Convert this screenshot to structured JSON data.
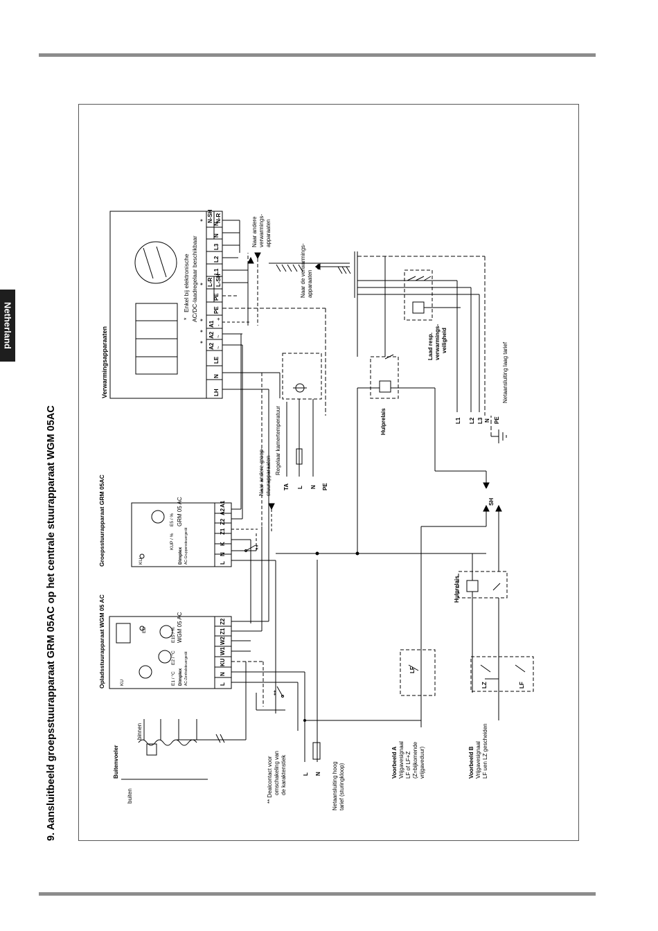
{
  "page": {
    "side_tab": "Netherland",
    "title": "9. Aansluitbeeld groepsstuurapparaat GRM 05AC op het centrale stuurapparaat WGM 05AC"
  },
  "diagram": {
    "verwarming": {
      "title": "Verwarmingsapparaaten",
      "terminals": [
        "LH",
        "N",
        "LE",
        "A2",
        "A2",
        "A1",
        "PE",
        "PE",
        "L-R",
        "L-SH",
        "L1",
        "L2",
        "L3",
        "N",
        "N",
        "N-SH",
        "N-R"
      ],
      "pol_labels": [
        "~",
        "~",
        "-",
        "+"
      ],
      "note_star": "*",
      "note_line1": "Enkel bij elektronische",
      "note_line2": "AC/DC-laadregelaar beschikbaar",
      "naar_andere_1": "Naar andere",
      "naar_andere_2": "verwarmings-",
      "naar_andere_3": "apparaaten",
      "naar_de_1": "Naar de verwarmings-",
      "naar_de_2": "apparaaten"
    },
    "groep": {
      "title": "Groepsstuurapparaat GRM 05AC",
      "terminals": [
        "L",
        "N",
        "K",
        "Z1",
        "Z2",
        "A2",
        "A1"
      ],
      "label_ku": "KU",
      "label_kup": "KUP / %",
      "label_e5": "E5 / %",
      "brand": "Dimplex",
      "subtitle": "AC-Gruppensteuergerät",
      "model": "GRM 05 AC",
      "naar_andere_groep_1": "Naar andere groep-",
      "naar_andere_groep_2": "stuurapparaaten"
    },
    "oplaad": {
      "title": "Opladsstuurapparaat WGM 05 AC",
      "terminals": [
        "L",
        "N",
        "KU",
        "W1",
        "W2",
        "Z1",
        "Z2"
      ],
      "label_ku": "KU",
      "label_e1": "E1 / °C",
      "label_e2": "E2 / °C",
      "label_e15": "E15 / %",
      "label_ed": "ED",
      "brand": "Dimplex",
      "subtitle": "AC-Zentralsteuergerät",
      "model": "WGM 05 AC"
    },
    "regelaar": {
      "label_ta": "TA",
      "label": "Regelaar kamertemperatuur",
      "wires": [
        "L",
        "N",
        "PE"
      ]
    },
    "buitenvoeler": {
      "title": "Buitenvoeler",
      "buiten": "buiten",
      "binnen": "binnen"
    },
    "dealcontact": {
      "marker": "**",
      "line1": "** Dealcontact voor",
      "line2": "omschakeling van",
      "line3": "de karaktenstiek"
    },
    "netaansluiting_hoog": {
      "wires": [
        "L",
        "N"
      ],
      "line1": "Netaansluiting hoog",
      "line2": "tarief (sturingkloop)"
    },
    "hulprelais": {
      "label": "Hulprelais",
      "label2": "Hulprelais",
      "sh": "SH"
    },
    "laad": {
      "line1": "Laad resp.",
      "line2": "verwarmings-",
      "line3": "veiligheid"
    },
    "net_laag": {
      "wires": [
        "L1",
        "L2",
        "L3",
        "N",
        "PE"
      ],
      "label": "Netaansluiting laag tarief"
    },
    "voorbeeld_a": {
      "title": "Voorbeeld A",
      "line1": "Vrijgavesignaal",
      "line2": "LF of LF+Z",
      "line3": "(Z=bijkomende",
      "line4": "vrijgaveduur)",
      "contact": "LF"
    },
    "voorbeeld_b": {
      "title": "Voorbeeld B",
      "line1": "Vrijgavesignaal",
      "line2": "LF uen LZ gescheiden",
      "contact_lz": "LZ",
      "contact_lf": "LF"
    }
  }
}
